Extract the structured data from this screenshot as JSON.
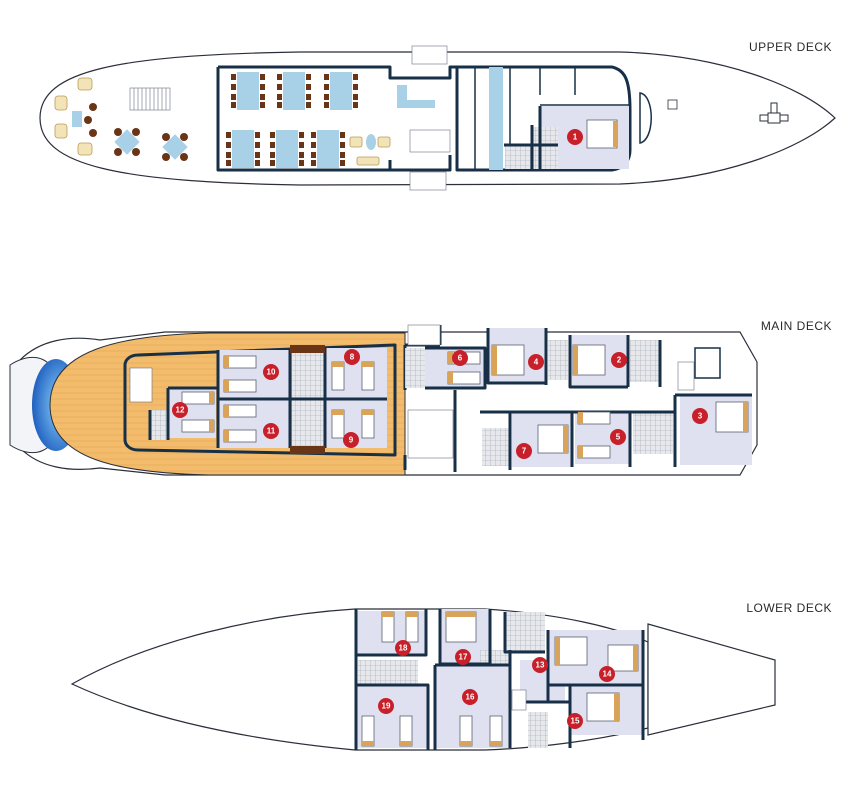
{
  "decks": {
    "upper": {
      "label": "UPPER DECK",
      "cabins": [
        {
          "number": "1"
        }
      ]
    },
    "main": {
      "label": "MAIN DECK",
      "cabins": [
        {
          "number": "2"
        },
        {
          "number": "3"
        },
        {
          "number": "4"
        },
        {
          "number": "5"
        },
        {
          "number": "6"
        },
        {
          "number": "7"
        },
        {
          "number": "8"
        },
        {
          "number": "9"
        },
        {
          "number": "10"
        },
        {
          "number": "11"
        },
        {
          "number": "12"
        }
      ]
    },
    "lower": {
      "label": "LOWER DECK",
      "cabins": [
        {
          "number": "13"
        },
        {
          "number": "14"
        },
        {
          "number": "15"
        },
        {
          "number": "16"
        },
        {
          "number": "17"
        },
        {
          "number": "18"
        },
        {
          "number": "19"
        }
      ]
    }
  },
  "colors": {
    "cabin": "#dfe1f0",
    "wall": "#173047",
    "badge": "#c8202a",
    "deck_wood": "#f3bb6c",
    "pool": "#1f6fd1",
    "furniture_wood": "#6a3516",
    "accent_blue": "#a8d0e6"
  }
}
